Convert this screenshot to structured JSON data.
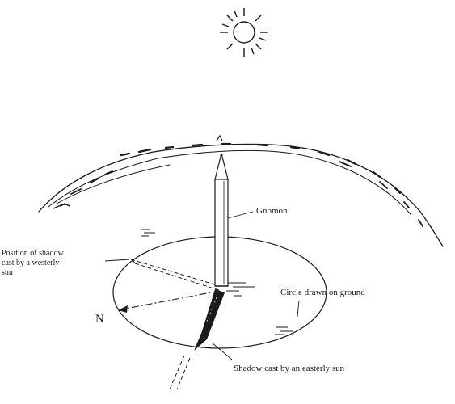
{
  "labels": {
    "gnomon": "Gnomon",
    "westerly_shadow_line1": "Position of shadow",
    "westerly_shadow_line2": "cast by a westerly",
    "westerly_shadow_line3": "sun",
    "circle": "Circle drawn on ground",
    "north": "N",
    "easterly_shadow": "Shadow cast by an easterly sun"
  },
  "icons": {
    "sun": "sun-icon"
  },
  "colors": {
    "ink": "#1a1a1a",
    "background": "#ffffff"
  }
}
